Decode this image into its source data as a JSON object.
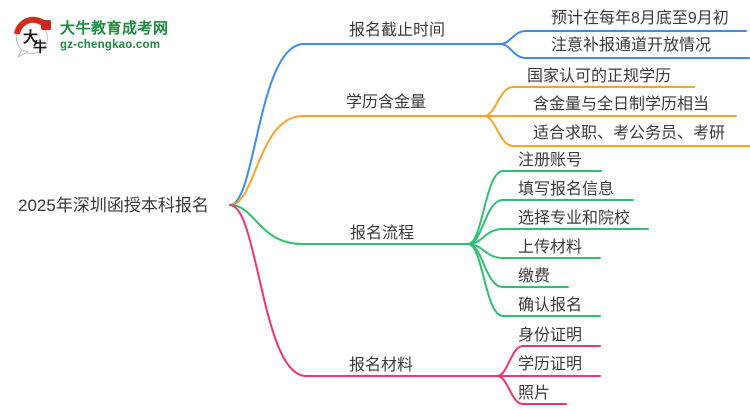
{
  "logo": {
    "title": "大牛教育成考网",
    "domain": "gz-chengkao.com",
    "badge_char_1": "大",
    "badge_char_2": "牛"
  },
  "root": {
    "label": "2025年深圳函授本科报名"
  },
  "branches": [
    {
      "id": "deadline",
      "label": "报名截止时间",
      "color": "#3d8ce8",
      "children": [
        "预计在每年8月底至9月初",
        "注意补报通道开放情况"
      ]
    },
    {
      "id": "value",
      "label": "学历含金量",
      "color": "#f7a52a",
      "children": [
        "国家认可的正规学历",
        "含金量与全日制学历相当",
        "适合求职、考公务员、考研"
      ]
    },
    {
      "id": "process",
      "label": "报名流程",
      "color": "#2ec16f",
      "children": [
        "注册账号",
        "填写报名信息",
        "选择专业和院校",
        "上传材料",
        "缴费",
        "确认报名"
      ]
    },
    {
      "id": "materials",
      "label": "报名材料",
      "color": "#f23278",
      "children": [
        "身份证明",
        "学历证明",
        "照片"
      ]
    }
  ],
  "colors": {
    "branch_blue": "#3d8ce8",
    "branch_orange": "#f7a52a",
    "branch_green": "#2ec16f",
    "branch_pink": "#f23278",
    "logo_green": "#1e8a3e",
    "seal_red": "#c8281d",
    "text": "#3b3b3b"
  }
}
